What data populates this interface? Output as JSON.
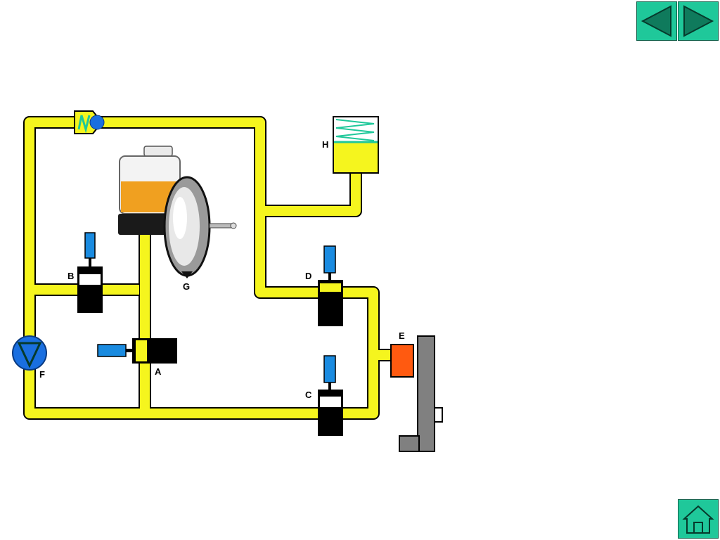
{
  "labels": {
    "A": "A",
    "B": "B",
    "C": "C",
    "D": "D",
    "E": "E",
    "F": "F",
    "G": "G",
    "H": "H"
  },
  "nav": {
    "prev_icon": "triangle-left-icon",
    "next_icon": "triangle-right-icon",
    "home_icon": "house-icon"
  },
  "colors": {
    "pipe": "#f5f51e",
    "pipe_edge": "#000000",
    "valve_body": "#000000",
    "solenoid": "#1a8be0",
    "fluid": "#f0a020",
    "button": "#1fc89a",
    "caliper": "#ff5a10",
    "disc": "#808080",
    "pump": "#1a6fe0"
  }
}
